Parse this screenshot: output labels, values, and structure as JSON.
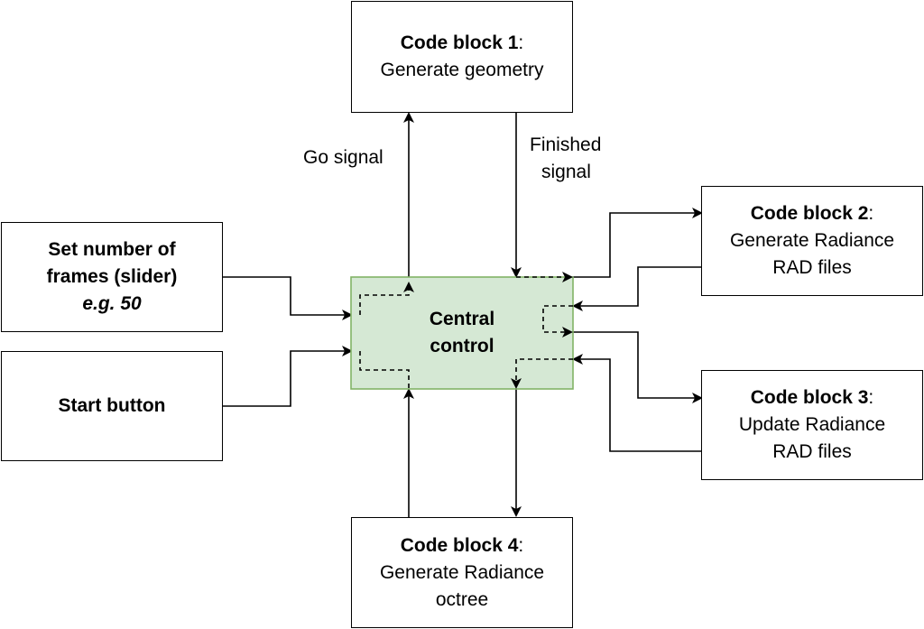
{
  "blocks": {
    "code1": {
      "title": "Code block 1",
      "sep": ":",
      "desc": "Generate geometry"
    },
    "code2": {
      "title": "Code block 2",
      "sep": ":",
      "desc1": "Generate Radiance",
      "desc2": "RAD files"
    },
    "code3": {
      "title": "Code block 3",
      "sep": ":",
      "desc1": "Update Radiance",
      "desc2": "RAD files"
    },
    "code4": {
      "title": "Code block 4",
      "sep": ":",
      "desc1": "Generate Radiance",
      "desc2": "octree"
    },
    "frames": {
      "line1": "Set number of",
      "line2": "frames (slider)",
      "line3": "e.g. 50"
    },
    "start": {
      "label": "Start button"
    },
    "central": {
      "line1": "Central",
      "line2": "control"
    }
  },
  "labels": {
    "go_signal": "Go signal",
    "finished_signal_1": "Finished",
    "finished_signal_2": "signal"
  },
  "colors": {
    "central_fill": "#d5e8d4",
    "central_stroke": "#82b366",
    "line": "#000000"
  }
}
